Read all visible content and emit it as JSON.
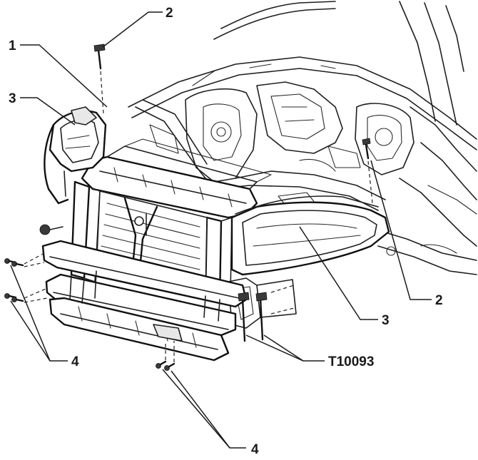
{
  "callouts": [
    {
      "id": "1",
      "label": "1"
    },
    {
      "id": "2a",
      "label": "2"
    },
    {
      "id": "2b",
      "label": "2"
    },
    {
      "id": "3a",
      "label": "3"
    },
    {
      "id": "3b",
      "label": "3"
    },
    {
      "id": "4a",
      "label": "4"
    },
    {
      "id": "4b",
      "label": "4"
    },
    {
      "id": "tool",
      "label": "T10093"
    }
  ]
}
